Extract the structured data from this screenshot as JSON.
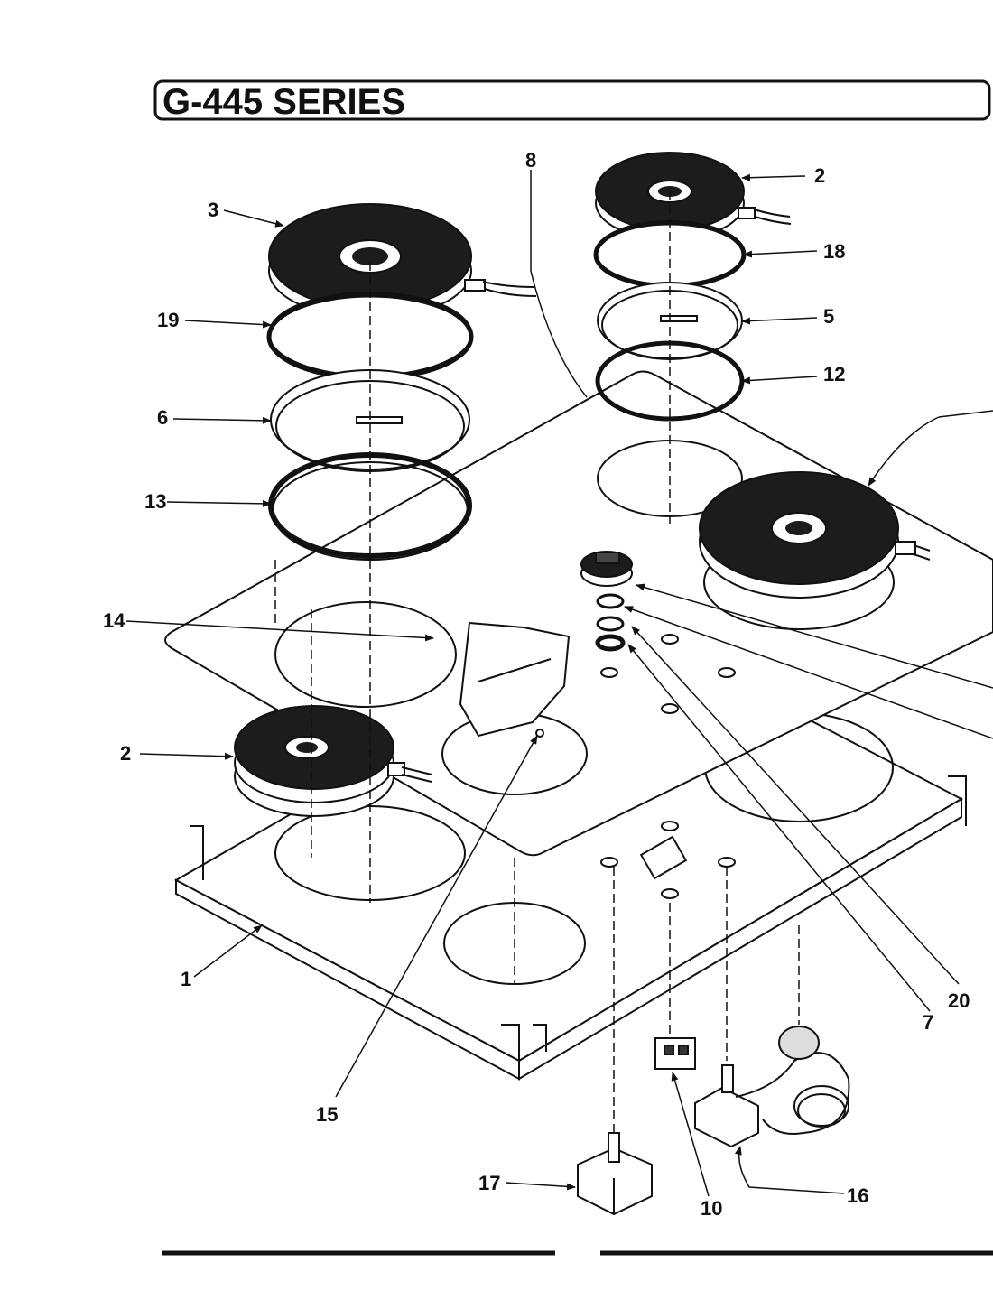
{
  "title": "G-445 SERIES",
  "callouts": {
    "c1": "1",
    "c2a": "2",
    "c2b": "2",
    "c3": "3",
    "c5": "5",
    "c6": "6",
    "c7": "7",
    "c8": "8",
    "c10": "10",
    "c12": "12",
    "c13": "13",
    "c14": "14",
    "c15": "15",
    "c16": "16",
    "c17": "17",
    "c18": "18",
    "c19": "19",
    "c20": "20"
  }
}
